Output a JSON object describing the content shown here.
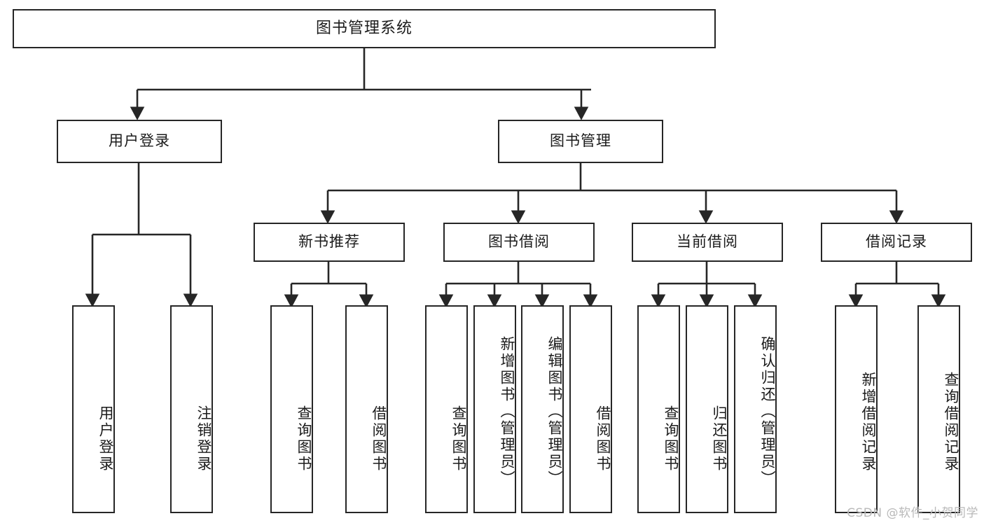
{
  "diagram": {
    "type": "tree-hierarchy",
    "title": "图书管理系统",
    "orientation": "top-down",
    "watermark": "CSDN @软件_小贺同学",
    "colors": {
      "stroke": "#262626",
      "fill": "#ffffff",
      "text": "#1b1b1b",
      "watermark": "#b9b9b9"
    },
    "levels": {
      "root": {
        "label": "图书管理系统"
      },
      "level2": [
        {
          "id": "user-login",
          "label": "用户登录"
        },
        {
          "id": "book-management",
          "label": "图书管理"
        }
      ],
      "level3": [
        {
          "id": "new-book-recommend",
          "label": "新书推荐",
          "parent": "book-management"
        },
        {
          "id": "book-borrow",
          "label": "图书借阅",
          "parent": "book-management"
        },
        {
          "id": "current-borrow",
          "label": "当前借阅",
          "parent": "book-management"
        },
        {
          "id": "borrow-records",
          "label": "借阅记录",
          "parent": "book-management"
        }
      ],
      "leaves": [
        {
          "id": "leaf-user-login",
          "label": "用户登录",
          "parent": "user-login"
        },
        {
          "id": "leaf-logout-login",
          "label": "注销登录",
          "parent": "user-login"
        },
        {
          "id": "leaf-query-book-1",
          "label": "查询图书",
          "parent": "new-book-recommend"
        },
        {
          "id": "leaf-borrow-book-1",
          "label": "借阅图书",
          "parent": "new-book-recommend"
        },
        {
          "id": "leaf-query-book-2",
          "label": "查询图书",
          "parent": "book-borrow"
        },
        {
          "id": "leaf-add-book",
          "label": "新增图书（管理员）",
          "parent": "book-borrow"
        },
        {
          "id": "leaf-edit-book",
          "label": "编辑图书（管理员）",
          "parent": "book-borrow"
        },
        {
          "id": "leaf-borrow-book-2",
          "label": "借阅图书",
          "parent": "book-borrow"
        },
        {
          "id": "leaf-query-book-3",
          "label": "查询图书",
          "parent": "current-borrow"
        },
        {
          "id": "leaf-return-book",
          "label": "归还图书",
          "parent": "current-borrow"
        },
        {
          "id": "leaf-confirm-return",
          "label": "确认归还（管理员）",
          "parent": "current-borrow"
        },
        {
          "id": "leaf-add-record",
          "label": "新增借阅记录",
          "parent": "borrow-records"
        },
        {
          "id": "leaf-query-record",
          "label": "查询借阅记录",
          "parent": "borrow-records"
        }
      ]
    }
  }
}
